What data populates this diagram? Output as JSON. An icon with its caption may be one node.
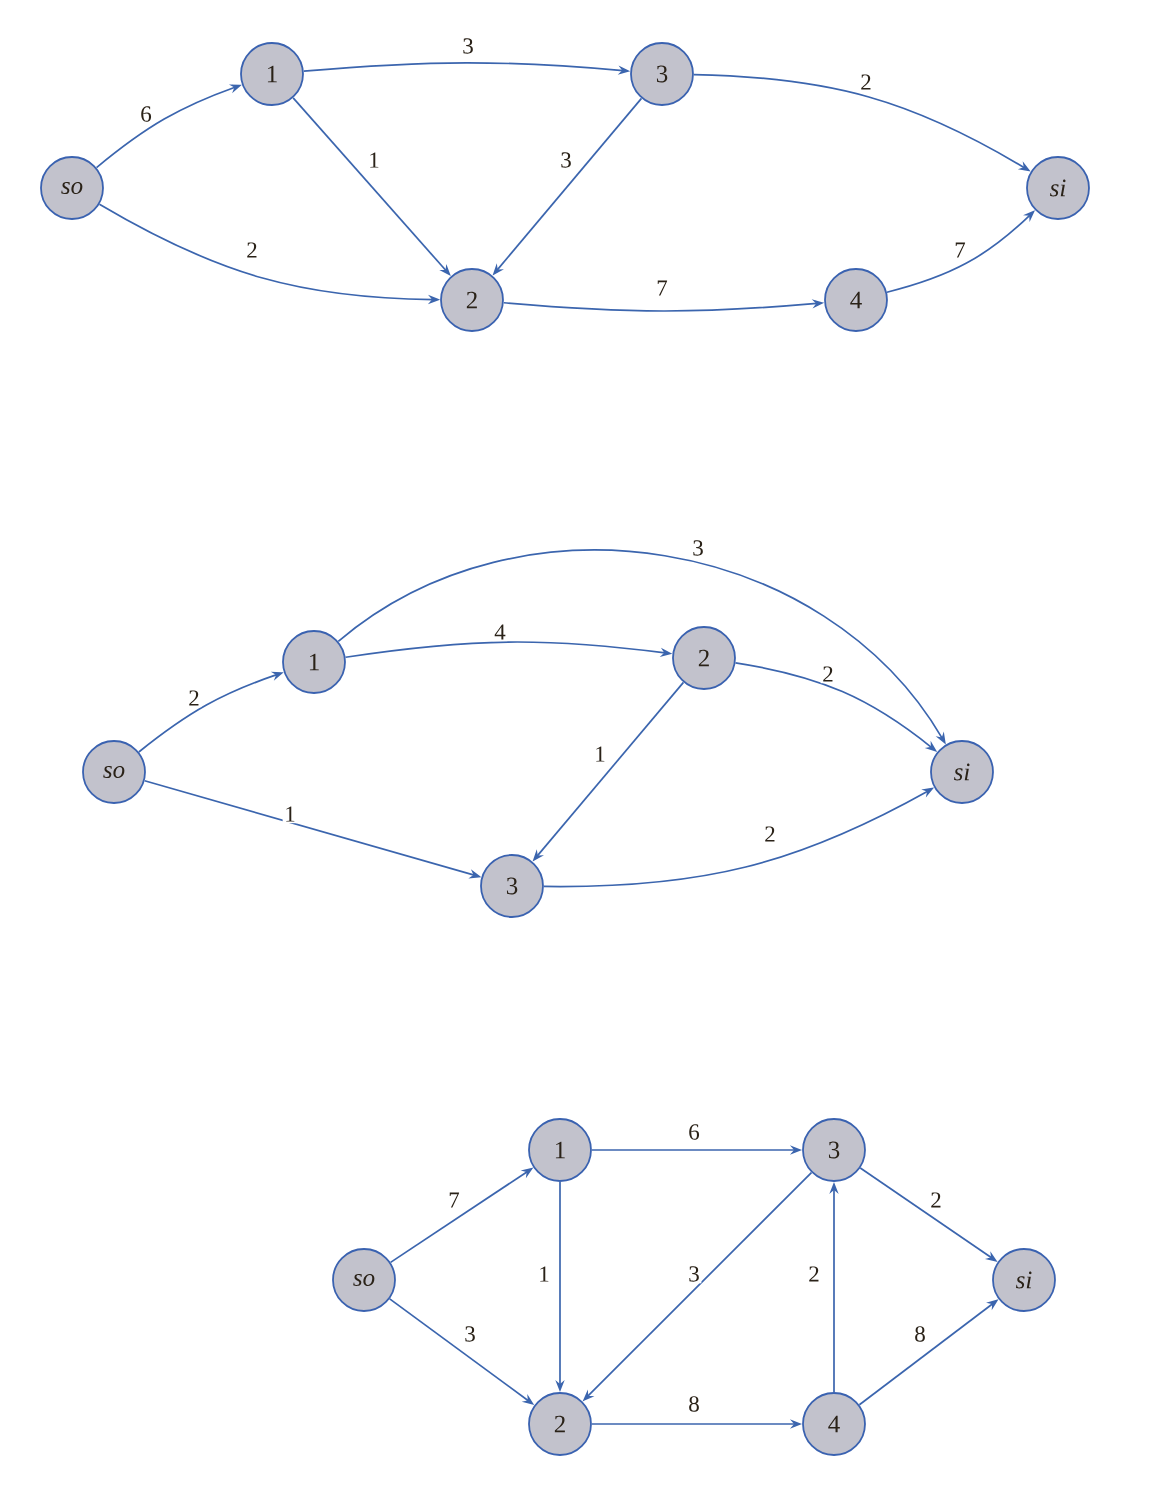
{
  "diagram": {
    "nodes": [
      {
        "text": [
          "so"
        ]
      },
      {
        "text": [
          "1"
        ]
      },
      {
        "text": [
          "2"
        ]
      },
      {
        "text": [
          "3"
        ]
      },
      {
        "text": [
          "4"
        ]
      },
      {
        "text": [
          "si"
        ]
      },
      {
        "text": [
          "so"
        ]
      },
      {
        "text": [
          "1"
        ]
      },
      {
        "text": [
          "2"
        ]
      },
      {
        "text": [
          "3"
        ]
      },
      {
        "text": [
          "si"
        ]
      },
      {
        "text": [
          "so"
        ]
      },
      {
        "text": [
          "1"
        ]
      },
      {
        "text": [
          "2"
        ]
      },
      {
        "text": [
          "3"
        ]
      },
      {
        "text": [
          "4"
        ]
      },
      {
        "text": [
          "si"
        ]
      }
    ],
    "edges": [
      {
        "from": 0,
        "to": 1,
        "arrow": "to",
        "label": "6"
      },
      {
        "from": 0,
        "to": 2,
        "arrow": "to",
        "label": "2"
      },
      {
        "from": 1,
        "to": 3,
        "arrow": "to",
        "label": "3"
      },
      {
        "from": 1,
        "to": 2,
        "arrow": "to",
        "label": "1"
      },
      {
        "from": 3,
        "to": 2,
        "arrow": "to",
        "label": "3"
      },
      {
        "from": 3,
        "to": 5,
        "arrow": "to",
        "label": "2"
      },
      {
        "from": 2,
        "to": 4,
        "arrow": "to",
        "label": "7"
      },
      {
        "from": 4,
        "to": 5,
        "arrow": "to",
        "label": "7"
      },
      {
        "from": 6,
        "to": 7,
        "arrow": "to",
        "label": "2"
      },
      {
        "from": 6,
        "to": 9,
        "arrow": "to",
        "label": "1"
      },
      {
        "from": 7,
        "to": 8,
        "arrow": "to",
        "label": "4"
      },
      {
        "from": 7,
        "to": 10,
        "arrow": "to",
        "label": "3"
      },
      {
        "from": 8,
        "to": 10,
        "arrow": "to",
        "label": "2"
      },
      {
        "from": 8,
        "to": 9,
        "arrow": "to",
        "label": "1"
      },
      {
        "from": 9,
        "to": 10,
        "arrow": "to",
        "label": "2"
      },
      {
        "from": 11,
        "to": 12,
        "arrow": "to",
        "label": "7"
      },
      {
        "from": 11,
        "to": 13,
        "arrow": "to",
        "label": "3"
      },
      {
        "from": 12,
        "to": 14,
        "arrow": "to",
        "label": "6"
      },
      {
        "from": 12,
        "to": 13,
        "arrow": "to",
        "label": "1"
      },
      {
        "from": 14,
        "to": 13,
        "arrow": "to",
        "label": "3"
      },
      {
        "from": 14,
        "to": 16,
        "arrow": "to",
        "label": "2"
      },
      {
        "from": 13,
        "to": 15,
        "arrow": "to",
        "label": "8"
      },
      {
        "from": 15,
        "to": 14,
        "arrow": "to",
        "label": "2"
      },
      {
        "from": 15,
        "to": 16,
        "arrow": "to",
        "label": "8"
      }
    ]
  }
}
